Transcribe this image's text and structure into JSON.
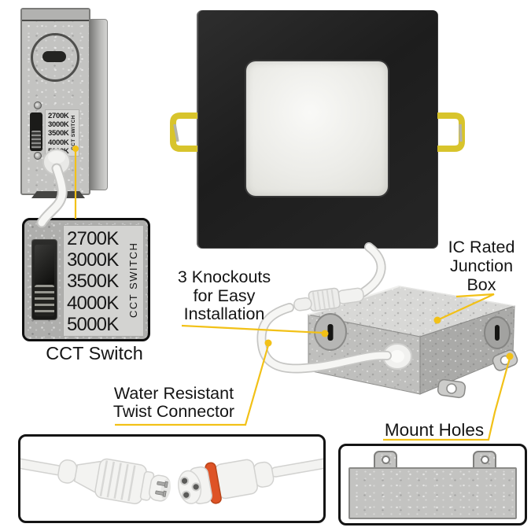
{
  "product": {
    "cct_values": [
      "2700K",
      "3000K",
      "3500K",
      "4000K",
      "5000K"
    ],
    "cct_switch_label_vertical": "CCT SWITCH"
  },
  "annotations": {
    "cct_switch_caption": "CCT Switch",
    "knockouts_lines": [
      "3 Knockouts",
      "for Easy",
      "Installation"
    ],
    "ic_junction_lines": [
      "IC Rated",
      "Junction",
      "Box"
    ],
    "water_connector_lines": [
      "Water Resistant",
      "Twist Connector"
    ],
    "mount_holes": "Mount Holes"
  },
  "colors": {
    "accent_callout": "#F2C117",
    "spring_clip": "#D8C42C",
    "panel_frame": "#212121",
    "led_lens": "#EFEFEB",
    "galvanized_metal": "#C3C3C1",
    "connector_seal_ring": "#DE5326"
  }
}
